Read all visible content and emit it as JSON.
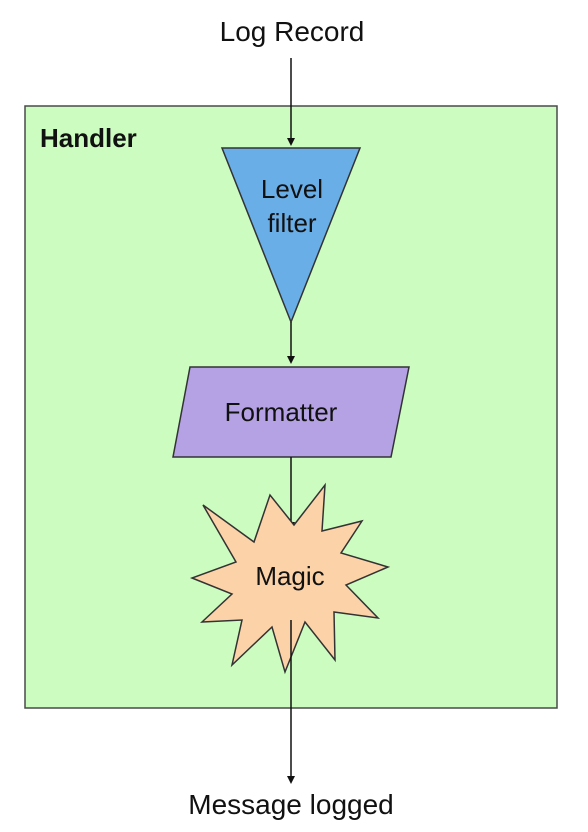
{
  "diagram": {
    "input_label": "Log Record",
    "output_label": "Message logged",
    "container": {
      "title": "Handler"
    },
    "nodes": {
      "level_filter": {
        "line1": "Level",
        "line2": "filter",
        "shape": "inverted-triangle"
      },
      "formatter": {
        "label": "Formatter",
        "shape": "parallelogram"
      },
      "magic": {
        "label": "Magic",
        "shape": "starburst"
      }
    }
  },
  "colors": {
    "handler_fill": "#ccfcc0",
    "filter_fill": "#6aaee8",
    "formatter_fill": "#b5a2e4",
    "magic_fill": "#fcd3a8",
    "stroke": "#333333"
  }
}
